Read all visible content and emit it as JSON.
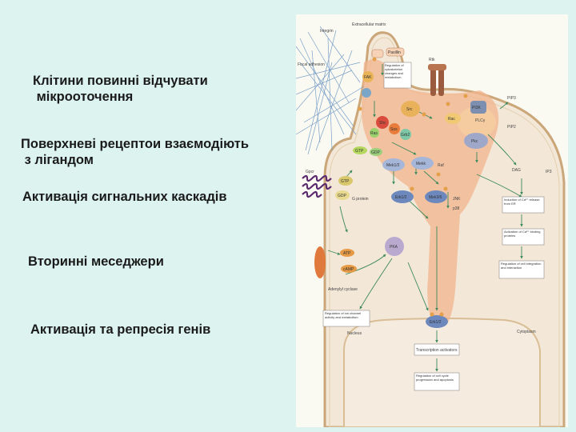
{
  "bullets": [
    "Клітини повинні відчувати\n мікрооточення",
    "Поверхневі рецептои взаємодіють\n з лігандом",
    "Активація сигнальних каскадів",
    "Вторинні меседжери",
    "Активація та репресія генів"
  ],
  "figure": {
    "labels": {
      "integrin": "Integrin",
      "extracellular_matrix": "Extracellular matrix",
      "focal_adhesion": "Focal adhesion",
      "gpcr": "Gpcr",
      "rtk": "Rtk",
      "paxillin": "Paxillin",
      "cytoskeleton_box": "Regulation of cytoskeleton changes and metabolism",
      "fak": "FAK",
      "src": "Src",
      "grb2": "Grb2",
      "sos": "Sos",
      "shc": "Shc",
      "ras": "Ras",
      "pi3k": "PI3K",
      "plcg": "PLCγ",
      "gtp": "GTP",
      "gdp": "GDP",
      "g_protein": "G protein",
      "raf": "Raf",
      "mek12": "Mek1/2",
      "mekk": "Mekk",
      "mek3_6": "Mek3/6",
      "erk12_top": "Erk1/2",
      "erk12_nuc": "Erk1/2",
      "jnk": "JNK",
      "p38": "p38",
      "rac": "Rac",
      "pkc": "Pkc",
      "pip3": "PIP3",
      "pip2": "PIP2",
      "dag": "DAG",
      "ip3": "IP3",
      "pka": "PKA",
      "atp": "ATP",
      "camp": "cAMP",
      "adenylyl_cyclase": "Adenylyl cyclase",
      "ca_release": "Induction of Ca²⁺ release from ER",
      "ca_binding": "Activation of Ca²⁺ binding proteins",
      "cell_integration": "Regulation of cell integration and interaction",
      "ion_channel": "Regulation of ion channel activity and metabolism",
      "nucleus": "Nucleus",
      "cytoplasm": "Cytoplasm",
      "transcription": "Transcription activators",
      "cell_cycle": "Regulation of cell cycle progression and apoptosis"
    }
  }
}
